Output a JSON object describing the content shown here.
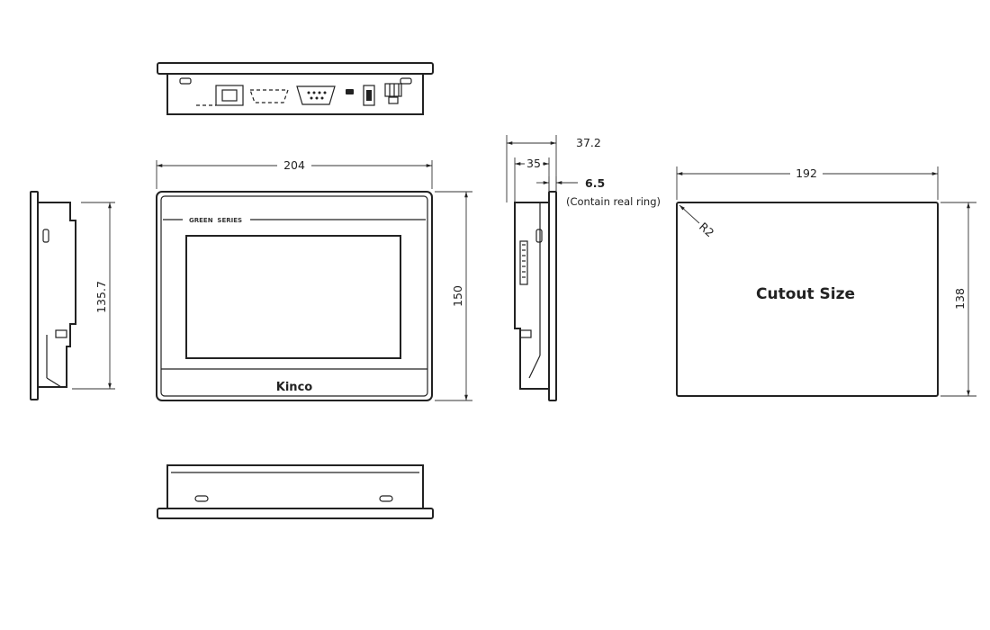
{
  "top_view": {},
  "front_view": {
    "series_label": "GREEN  SERIES",
    "brand": "Kinco",
    "width_dim": "204",
    "height_dim": "150"
  },
  "left_side_view": {
    "height_dim": "135.7"
  },
  "right_side_view": {
    "depth_total_dim": "37.2",
    "depth_body_dim": "35",
    "ring_dim": "6.5",
    "ring_note": "(Contain real ring)"
  },
  "cutout_view": {
    "title": "Cutout Size",
    "width_dim": "192",
    "height_dim": "138",
    "radius_dim": "R2"
  },
  "bottom_view": {}
}
